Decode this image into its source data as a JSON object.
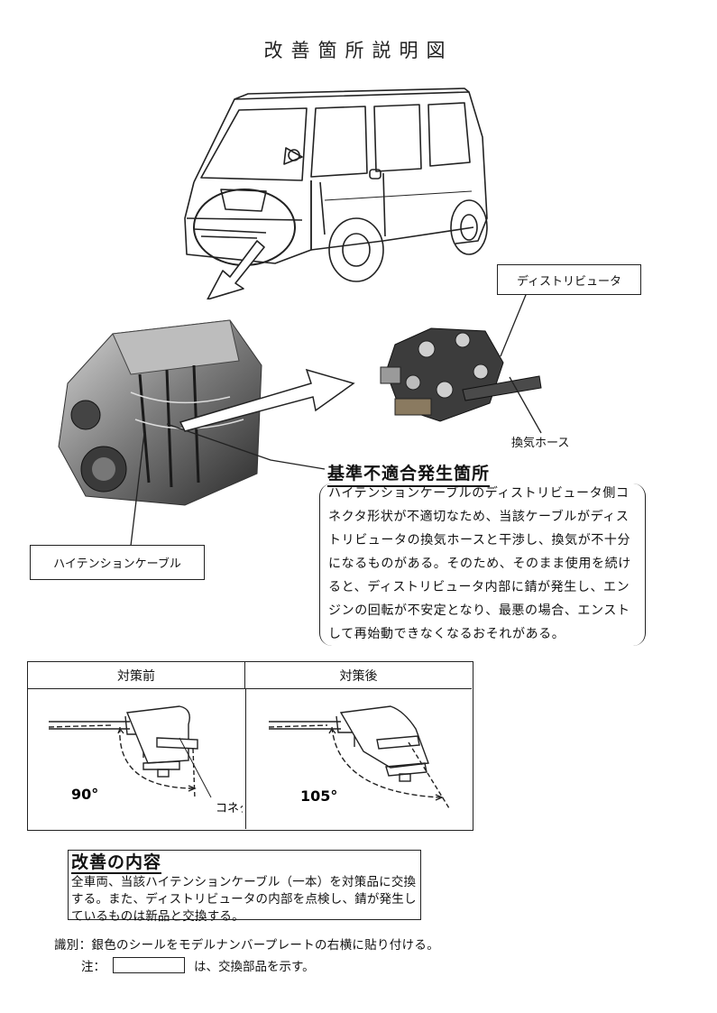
{
  "title": "改善箇所説明図",
  "labels": {
    "distributor": "ディストリビュータ",
    "breather_hose": "換気ホース",
    "high_tension_cable": "ハイテンションケーブル",
    "connector": "コネクタ"
  },
  "defect": {
    "heading": "基準不適合発生箇所",
    "text": "ハイテンションケーブルのディストリビュータ側コネクタ形状が不適切なため、当該ケーブルがディストリビュータの換気ホースと干渉し、換気が不十分になるものがある。そのため、そのまま使用を続けると、ディストリビュータ内部に錆が発生し、エンジンの回転が不安定となり、最悪の場合、エンストして再始動できなくなるおそれがある。"
  },
  "comparison": {
    "before_header": "対策前",
    "after_header": "対策後",
    "before_angle": "90°",
    "after_angle": "105°"
  },
  "improvement": {
    "heading": "改善の内容",
    "text": "全車両、当該ハイテンションケーブル（一本）を対策品に交換する。また、ディストリビュータの内部を点検し、錆が発生しているものは新品と交換する。"
  },
  "identification": "識別：銀色のシールをモデルナンバープレートの右横に貼り付ける。",
  "note": {
    "prefix": "注：",
    "suffix": "は、交換部品を示す。"
  }
}
